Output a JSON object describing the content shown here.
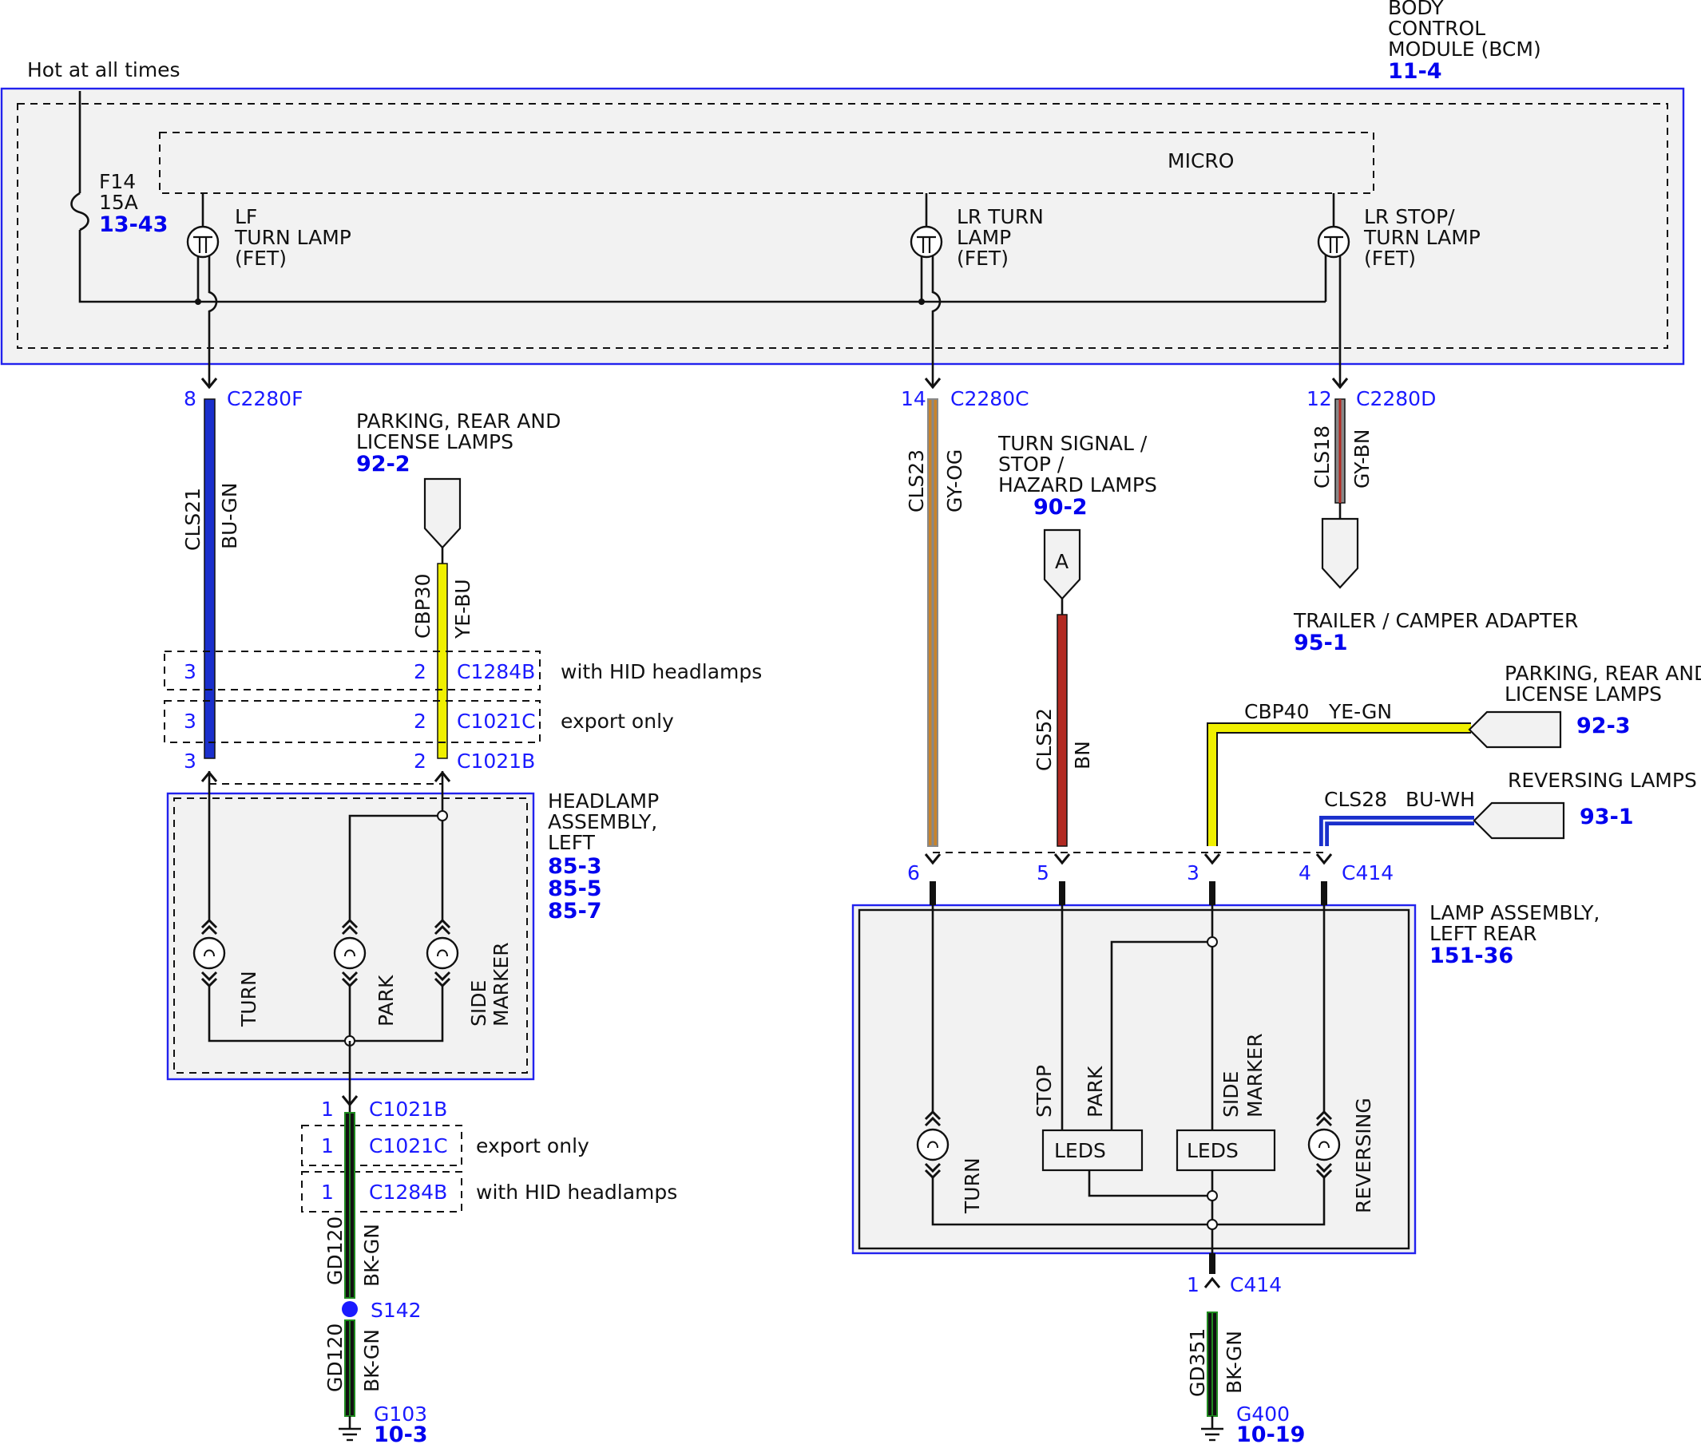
{
  "bcm": {
    "title_line1": "BODY",
    "title_line2": "CONTROL",
    "title_line3": "MODULE (BCM)",
    "ref": "11-4",
    "hot_label": "Hot at all times",
    "micro_label": "MICRO",
    "fuse_name": "F14",
    "fuse_rating": "15A",
    "fuse_ref": "13-43"
  },
  "fets": [
    {
      "line1": "LF",
      "line2": "TURN LAMP",
      "line3": "(FET)"
    },
    {
      "line1": "LR TURN",
      "line2": "LAMP",
      "line3": "(FET)"
    },
    {
      "line1": "LR STOP/",
      "line2": "TURN LAMP",
      "line3": "(FET)"
    }
  ],
  "bcm_connectors": [
    {
      "pin": "8",
      "name": "C2280F"
    },
    {
      "pin": "14",
      "name": "C2280C"
    },
    {
      "pin": "12",
      "name": "C2280D"
    }
  ],
  "wires": {
    "cls21": {
      "circuit": "CLS21",
      "color": "BU-GN"
    },
    "cbp30": {
      "circuit": "CBP30",
      "color": "YE-BU"
    },
    "cls23": {
      "circuit": "CLS23",
      "color": "GY-OG"
    },
    "cls18": {
      "circuit": "CLS18",
      "color": "GY-BN"
    },
    "cls52": {
      "circuit": "CLS52",
      "color": "BN"
    },
    "cbp40": {
      "circuit": "CBP40",
      "color": "YE-GN"
    },
    "cls28": {
      "circuit": "CLS28",
      "color": "BU-WH"
    },
    "gd120_a": {
      "circuit": "GD120",
      "color": "BK-GN"
    },
    "gd120_b": {
      "circuit": "GD120",
      "color": "BK-GN"
    },
    "gd351": {
      "circuit": "GD351",
      "color": "BK-GN"
    }
  },
  "wire_colors": {
    "blue": "#1a2fcc",
    "yellow": "#f0f000",
    "orange": "#c9832a",
    "gray": "#888888",
    "brown": "#b22a22",
    "green": "#1f8a1f",
    "black": "#111111",
    "blue_accent": "#2222ee"
  },
  "refs_left": {
    "parking_line1": "PARKING, REAR AND",
    "parking_line2": "LICENSE LAMPS",
    "parking_ref": "92-2"
  },
  "refs_mid": {
    "turn_line1": "TURN SIGNAL /",
    "turn_line2": "STOP /",
    "turn_line3": "HAZARD LAMPS",
    "turn_ref": "90-2",
    "turn_flag": "A"
  },
  "refs_right": {
    "trailer_label": "TRAILER / CAMPER ADAPTER",
    "trailer_ref": "95-1",
    "parking_line1": "PARKING, REAR AND",
    "parking_line2": "LICENSE LAMPS",
    "parking_ref": "92-3",
    "reversing_label": "REVERSING LAMPS",
    "reversing_ref": "93-1"
  },
  "left_inline": {
    "c1284b": {
      "pin_a": "3",
      "pin_b": "2",
      "name": "C1284B",
      "note": "with HID headlamps"
    },
    "c1021c": {
      "pin_a": "3",
      "pin_b": "2",
      "name": "C1021C",
      "note": "export only"
    },
    "c1021b": {
      "pin_a": "3",
      "pin_b": "2",
      "name": "C1021B"
    }
  },
  "headlamp": {
    "line1": "HEADLAMP",
    "line2": "ASSEMBLY,",
    "line3": "LEFT",
    "ref1": "85-3",
    "ref2": "85-5",
    "ref3": "85-7",
    "bulb_turn": "TURN",
    "bulb_park": "PARK",
    "bulb_side_1": "SIDE",
    "bulb_side_2": "MARKER"
  },
  "ground_left": {
    "c1021b": {
      "pin": "1",
      "name": "C1021B"
    },
    "c1021c": {
      "pin": "1",
      "name": "C1021C",
      "note": "export only"
    },
    "c1284b": {
      "pin": "1",
      "name": "C1284B",
      "note": "with HID headlamps"
    },
    "splice": "S142",
    "ground": "G103",
    "ground_ref": "10-3"
  },
  "c414_top": {
    "pin6": "6",
    "pin5": "5",
    "pin3": "3",
    "pin4": "4",
    "name": "C414"
  },
  "rear_lamp": {
    "line1": "LAMP ASSEMBLY,",
    "line2": "LEFT REAR",
    "ref": "151-36",
    "turn": "TURN",
    "stop": "STOP",
    "park": "PARK",
    "side_1": "SIDE",
    "side_2": "MARKER",
    "reversing": "REVERSING",
    "leds_1": "LEDS",
    "leds_2": "LEDS"
  },
  "ground_right": {
    "pin": "1",
    "name": "C414",
    "ground": "G400",
    "ground_ref": "10-19"
  }
}
